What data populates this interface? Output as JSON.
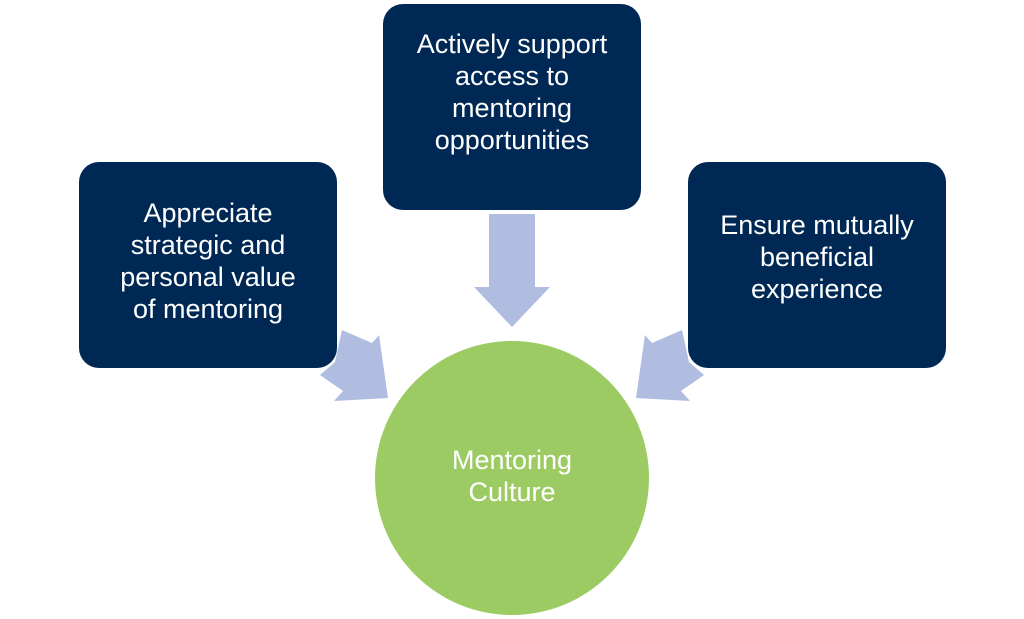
{
  "diagram": {
    "type": "converging-arrows",
    "nodes": {
      "top": {
        "text": "Actively support\naccess to\nmentoring\nopportunities"
      },
      "left": {
        "text": "Appreciate\nstrategic and\npersonal value\nof mentoring"
      },
      "right": {
        "text": "Ensure mutually\nbeneficial\nexperience"
      },
      "center": {
        "text": "Mentoring\nCulture"
      }
    },
    "edges": [
      {
        "from": "top",
        "to": "center"
      },
      {
        "from": "left",
        "to": "center"
      },
      {
        "from": "right",
        "to": "center"
      }
    ],
    "colors": {
      "box_fill": "#002855",
      "box_text": "#ffffff",
      "circle_fill": "#9dcb63",
      "circle_text": "#ffffff",
      "arrow_fill": "#b0bde0"
    }
  }
}
